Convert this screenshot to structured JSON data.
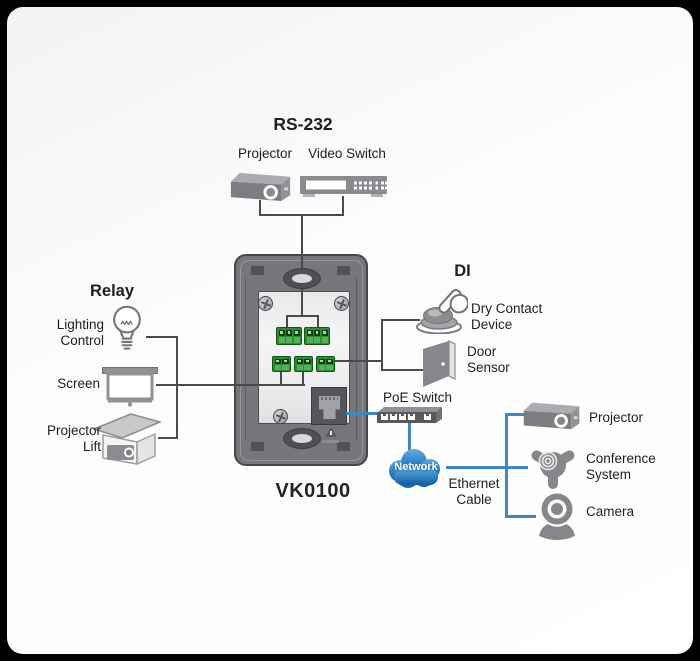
{
  "device": {
    "model": "VK0100"
  },
  "rs232": {
    "title": "RS-232",
    "projector": "Projector",
    "video_switch": "Video Switch"
  },
  "relay": {
    "title": "Relay",
    "lighting": [
      "Lighting",
      "Control"
    ],
    "screen": "Screen",
    "projector_lift": [
      "Projector",
      "Lift"
    ]
  },
  "di": {
    "title": "DI",
    "dry_contact": [
      "Dry Contact",
      "Device"
    ],
    "door_sensor": [
      "Door",
      "Sensor"
    ]
  },
  "network": {
    "poe_switch": "PoE Switch",
    "cloud": "Network",
    "ethernet_cable": [
      "Ethernet",
      "Cable"
    ],
    "projector": "Projector",
    "conference_system": [
      "Conference",
      "System"
    ],
    "camera": "Camera"
  },
  "colors": {
    "line": "#4a4b4d",
    "blue_line": "#4285c0",
    "plate": "#75777a",
    "green": "#2f8b33",
    "text": "#1d1e20",
    "cloud_top": "#66abdf",
    "cloud_bottom": "#155d9f"
  }
}
